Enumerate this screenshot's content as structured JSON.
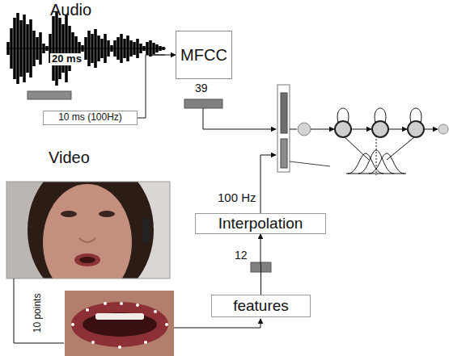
{
  "diagram": {
    "nodes": [
      {
        "text": [
          "MFCC"
        ]
      },
      {
        "text": [
          "10 ms (100Hz)"
        ]
      },
      {
        "text": [
          "features"
        ]
      },
      {
        "text": [
          "Interpolation"
        ]
      }
    ],
    "edges": [
      {
        "from": 1,
        "to": 0,
        "arrow": "to"
      },
      {
        "from": 2,
        "to": 3,
        "arrow": "to"
      }
    ],
    "labels": [
      "Audio",
      "20 ms",
      "39",
      "Video",
      "100 Hz",
      "12",
      "10 points"
    ]
  }
}
